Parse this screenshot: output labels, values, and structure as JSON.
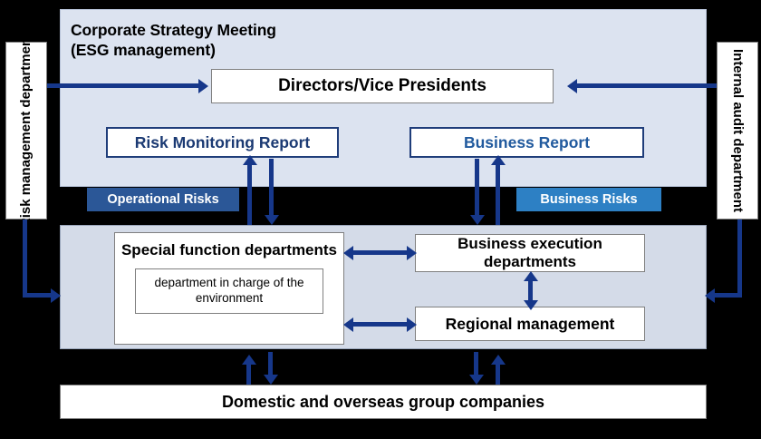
{
  "diagram": {
    "title_line1": "Corporate Strategy Meeting",
    "title_line2": "(ESG management)",
    "colors": {
      "panel_top": "#dce3f0",
      "panel_bottom": "#d4dbe8",
      "arrow_navy": "#16378a",
      "operational_risk_tag": "#2b5797",
      "business_risk_tag": "#2d80c4",
      "report_border": "#1f3d7a"
    }
  },
  "side_labels": {
    "left": "Risk management department",
    "right": "Internal audit department"
  },
  "boxes": {
    "directors": "Directors/Vice Presidents",
    "risk_monitoring_report": "Risk Monitoring Report",
    "business_report": "Business Report",
    "special_function": "Special function departments",
    "environment_department": "department in charge of the environment",
    "business_execution": "Business execution departments",
    "regional_management": "Regional management",
    "group_companies": "Domestic and overseas group companies"
  },
  "tags": {
    "operational_risks": "Operational Risks",
    "business_risks": "Business Risks"
  }
}
